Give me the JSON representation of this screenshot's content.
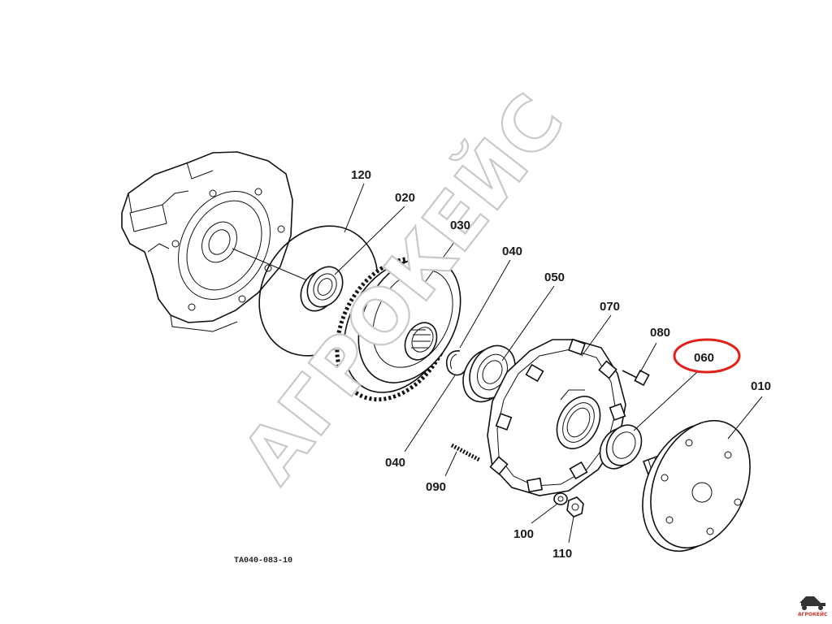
{
  "diagram": {
    "callouts": [
      {
        "id": "callout-120",
        "text": "120"
      },
      {
        "id": "callout-020",
        "text": "020"
      },
      {
        "id": "callout-030",
        "text": "030"
      },
      {
        "id": "callout-040-top",
        "text": "040"
      },
      {
        "id": "callout-050",
        "text": "050"
      },
      {
        "id": "callout-070",
        "text": "070"
      },
      {
        "id": "callout-080",
        "text": "080"
      },
      {
        "id": "callout-060",
        "text": "060"
      },
      {
        "id": "callout-010",
        "text": "010"
      },
      {
        "id": "callout-040-bottom",
        "text": "040"
      },
      {
        "id": "callout-090",
        "text": "090"
      },
      {
        "id": "callout-100",
        "text": "100"
      },
      {
        "id": "callout-110",
        "text": "110"
      }
    ],
    "drawing_code": "TA040-083-10",
    "highlight": {
      "label": "060",
      "color": "#e0201b"
    },
    "watermark": "АГРОКЕЙС",
    "logo_text": "АГРОКЕЙС"
  }
}
